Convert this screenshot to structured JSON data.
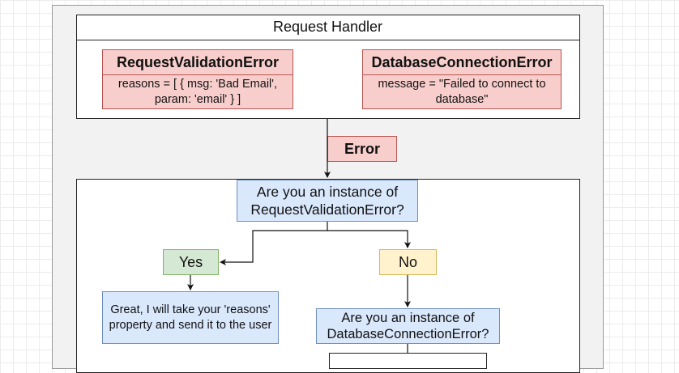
{
  "request_handler": {
    "title": "Request Handler",
    "validation_error": {
      "name": "RequestValidationError",
      "body_line1": "reasons = [ { msg: 'Bad Email',",
      "body_line2": "param: 'email' } ]"
    },
    "db_error": {
      "name": "DatabaseConnectionError",
      "body_line1": "message = \"Failed to connect to",
      "body_line2": "database\""
    }
  },
  "error_label": "Error",
  "decision1": {
    "line1": "Are you an instance of",
    "line2": "RequestValidationError?"
  },
  "yes_label": "Yes",
  "no_label": "No",
  "yes_action": {
    "line1": "Great, I will take your 'reasons'",
    "line2": "property and send it to the user"
  },
  "decision2": {
    "line1": "Are you an instance of",
    "line2": "DatabaseConnectionError?"
  },
  "colors": {
    "error_fill": "#f8cecc",
    "error_stroke": "#b85450",
    "decision_fill": "#dae8fc",
    "decision_stroke": "#6c8ebf",
    "yes_fill": "#d5e8d4",
    "no_fill": "#fff2cc"
  }
}
